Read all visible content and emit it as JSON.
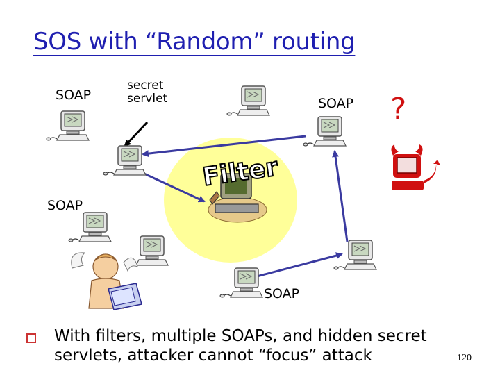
{
  "slide": {
    "title": "SOS with “Random” routing",
    "page_number": "120"
  },
  "labels": {
    "soap_top_left": "SOAP",
    "secret_line1": "secret",
    "secret_line2": "servlet",
    "soap_top_right": "SOAP",
    "question_mark": "?",
    "soap_left": "SOAP",
    "soap_bottom": "SOAP"
  },
  "filter_text": "Filter",
  "bullet": "With filters, multiple SOAPs, and hidden secret servlets, attacker cannot “focus” attack",
  "colors": {
    "title": "#1f1fb0",
    "arrows": "#3a3aa0",
    "filter_bubble": "#ffff99",
    "attacker": "#d01010",
    "bullet": "#cc3333"
  },
  "icons": [
    "computer-icon",
    "angel-icon",
    "devil-attacker-icon",
    "filter-computer-icon"
  ]
}
